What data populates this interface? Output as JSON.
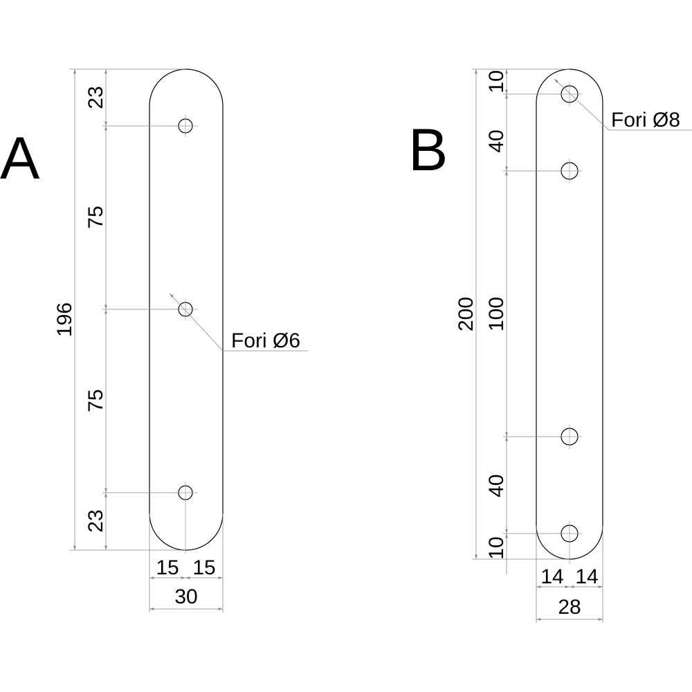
{
  "part_a": {
    "label": "A",
    "total_height": "196",
    "segments": [
      "23",
      "75",
      "75",
      "23"
    ],
    "half_widths": [
      "15",
      "15"
    ],
    "total_width": "30",
    "hole_note": "Fori Ø6"
  },
  "part_b": {
    "label": "B",
    "total_height": "200",
    "segments": [
      "10",
      "40",
      "100",
      "40",
      "10"
    ],
    "half_widths": [
      "14",
      "14"
    ],
    "total_width": "28",
    "hole_note": "Fori Ø8"
  }
}
